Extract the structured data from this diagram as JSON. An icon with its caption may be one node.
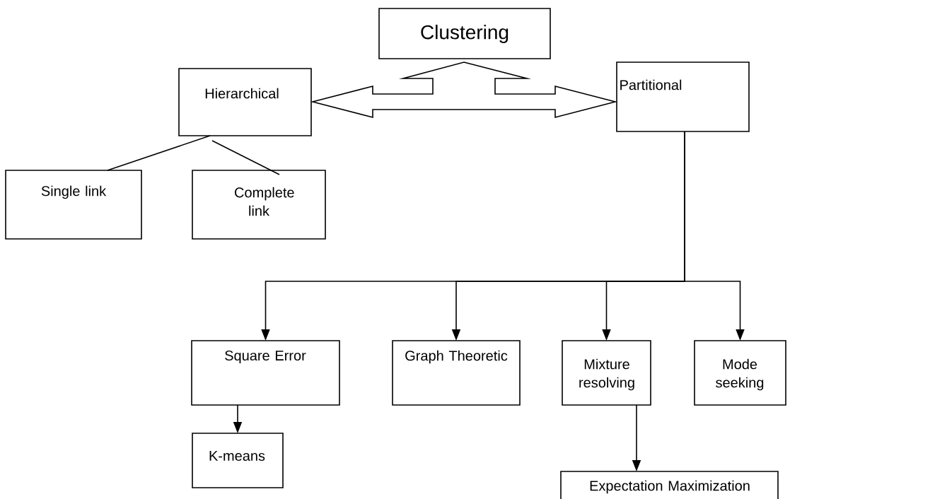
{
  "diagram": {
    "nodes": [
      {
        "text": [
          "Clustering"
        ]
      },
      {
        "text": [
          "Hierarchical"
        ]
      },
      {
        "text": [
          "Partitional"
        ]
      },
      {
        "text": [
          "Single link"
        ]
      },
      {
        "text": [
          "Complete link"
        ]
      },
      {
        "text": [
          "Square Error"
        ]
      },
      {
        "text": [
          "Graph Theoretic"
        ]
      },
      {
        "text": [
          "Mixture resolving"
        ]
      },
      {
        "text": [
          "Mode seeking"
        ]
      },
      {
        "text": [
          "K-means"
        ]
      },
      {
        "text": [
          "Expectation Maximization"
        ]
      }
    ],
    "edges": [
      {
        "from": 0,
        "to": 1,
        "arrow": "both"
      },
      {
        "from": 0,
        "to": 2,
        "arrow": "both"
      },
      {
        "from": 1,
        "to": 3,
        "arrow": "none"
      },
      {
        "from": 1,
        "to": 4,
        "arrow": "none"
      },
      {
        "from": 2,
        "to": 5,
        "arrow": "to"
      },
      {
        "from": 2,
        "to": 6,
        "arrow": "to"
      },
      {
        "from": 2,
        "to": 7,
        "arrow": "to"
      },
      {
        "from": 2,
        "to": 8,
        "arrow": "to"
      },
      {
        "from": 5,
        "to": 9,
        "arrow": "to"
      },
      {
        "from": 7,
        "to": 10,
        "arrow": "to"
      }
    ]
  }
}
